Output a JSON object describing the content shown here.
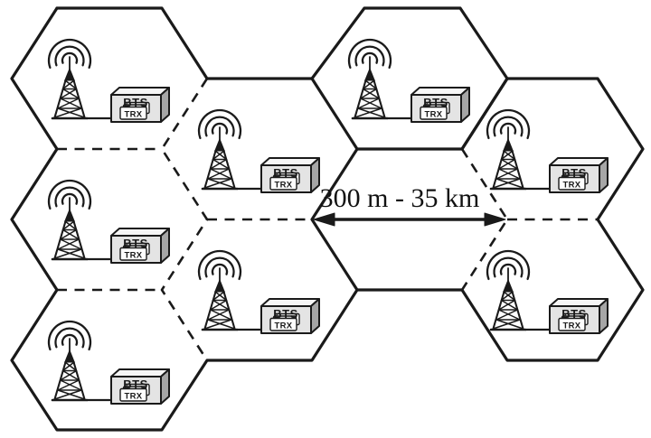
{
  "diagram": {
    "cells": [
      {
        "id": "cell-1",
        "position": "top-left",
        "bts_label": "BTS",
        "trx_label": "TRX"
      },
      {
        "id": "cell-2",
        "position": "middle-left",
        "bts_label": "BTS",
        "trx_label": "TRX"
      },
      {
        "id": "cell-3",
        "position": "bottom-left",
        "bts_label": "BTS",
        "trx_label": "TRX"
      },
      {
        "id": "cell-4",
        "position": "upper-middle",
        "bts_label": "BTS",
        "trx_label": "TRX"
      },
      {
        "id": "cell-5",
        "position": "lower-middle",
        "bts_label": "BTS",
        "trx_label": "TRX"
      },
      {
        "id": "cell-6",
        "position": "top-center",
        "bts_label": "BTS",
        "trx_label": "TRX"
      },
      {
        "id": "cell-7",
        "position": "top-right",
        "bts_label": "BTS",
        "trx_label": "TRX"
      },
      {
        "id": "cell-8",
        "position": "bottom-right",
        "bts_label": "BTS",
        "trx_label": "TRX"
      }
    ],
    "annotation": {
      "range_label": "300 m - 35 km"
    },
    "colors": {
      "line": "#1a1a1a",
      "box_front": "#e4e4e4",
      "box_top": "#f6f6f6",
      "box_side": "#a6a6a6",
      "card_fill": "#fdfdfd",
      "background": "#ffffff"
    }
  }
}
